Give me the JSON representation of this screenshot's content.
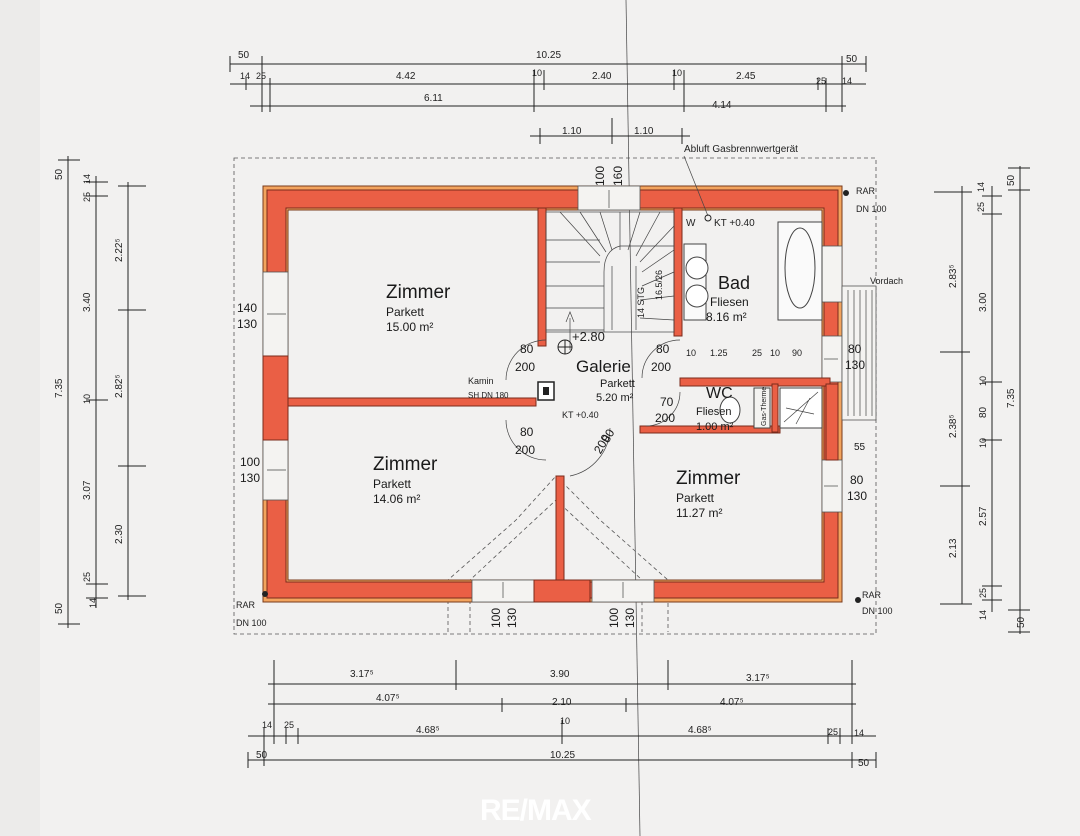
{
  "rooms": {
    "zimmer1": {
      "name": "Zimmer",
      "floor": "Parkett",
      "area": "15.00 m²"
    },
    "zimmer2": {
      "name": "Zimmer",
      "floor": "Parkett",
      "area": "14.06 m²"
    },
    "zimmer3": {
      "name": "Zimmer",
      "floor": "Parkett",
      "area": "11.27 m²"
    },
    "galerie": {
      "name": "Galerie",
      "floor": "Parkett",
      "area": "5.20 m²"
    },
    "bad": {
      "name": "Bad",
      "floor": "Fliesen",
      "area": "8.16 m²"
    },
    "wc": {
      "name": "WC",
      "floor": "Fliesen",
      "area": "1.00 m²"
    }
  },
  "annotations": {
    "abluft": "Abluft Gasbrennwertgerät",
    "kt_top": "KT +0.40",
    "kt_mid": "KT +0.40",
    "rar_top": "RAR",
    "dn_top": "DN 100",
    "rar_bl": "RAR",
    "dn_bl": "DN 100",
    "rar_br": "RAR",
    "dn_br": "DN 100",
    "vordach": "Vordach",
    "kamin": "Kamin",
    "kamin_dn": "SH DN 180",
    "level": "+2.80",
    "stair_steps": "14 STG",
    "stair_size": "16.5/26",
    "w": "W",
    "boiler": "Gas-Therme",
    "logo": "RE/MAX"
  },
  "openings": {
    "d1a": "80",
    "d1b": "200",
    "d2a": "80",
    "d2b": "200",
    "d3a": "80",
    "d3b": "200",
    "d4a": "80",
    "d4b": "200",
    "d5a": "70",
    "d5b": "200",
    "w_left1a": "140",
    "w_left1b": "130",
    "w_left2a": "100",
    "w_left2b": "130",
    "w_right1a": "80",
    "w_right1b": "130",
    "w_right2a": "80",
    "w_right2b": "130",
    "w_top_a": "100",
    "w_top_b": "160",
    "w_bot1a": "100",
    "w_bot1b": "130",
    "w_bot2a": "100",
    "w_bot2b": "130",
    "w_right_small": "55"
  },
  "dims_top": {
    "r1_a": "50",
    "r1_total": "10.25",
    "r1_b": "50",
    "r2_a": "14",
    "r2_b": "25",
    "r2_c": "4.42",
    "r2_d": "10",
    "r2_e": "2.40",
    "r2_f": "10",
    "r2_g": "2.45",
    "r2_h": "25",
    "r2_i": "14",
    "r3_a": "6.11",
    "r3_b": "4.14",
    "r4_a": "1.10",
    "r4_b": "1.10",
    "bad_a": "10",
    "bad_b": "1.25",
    "bad_c": "25",
    "bad_d": "10",
    "bad_e": "90"
  },
  "dims_bottom": {
    "r1_a": "3.17⁵",
    "r1_b": "3.90",
    "r1_c": "3.17⁵",
    "r2_a": "4.07⁵",
    "r2_b": "2.10",
    "r2_c": "4.07⁵",
    "r3_a": "14",
    "r3_b": "25",
    "r3_c": "4.68⁵",
    "r3_d": "10",
    "r3_e": "4.68⁵",
    "r3_f": "25",
    "r3_g": "14",
    "r4_a": "50",
    "r4_b": "10.25",
    "r4_c": "50"
  },
  "dims_left": {
    "a": "50",
    "b": "14",
    "c": "25",
    "d": "2.22⁵",
    "e": "3.40",
    "f": "7.35",
    "g": "10",
    "h": "2.82⁵",
    "i": "3.07",
    "j": "2.30",
    "k": "25",
    "l": "14",
    "m": "50"
  },
  "dims_right": {
    "a": "50",
    "b": "14",
    "c": "25",
    "d": "2.83⁵",
    "e": "3.00",
    "f": "7.35",
    "g": "10",
    "h": "80",
    "i": "2.38⁵",
    "j": "10",
    "k": "2.57",
    "l": "2.13",
    "m": "25",
    "n": "14",
    "o": "50"
  }
}
